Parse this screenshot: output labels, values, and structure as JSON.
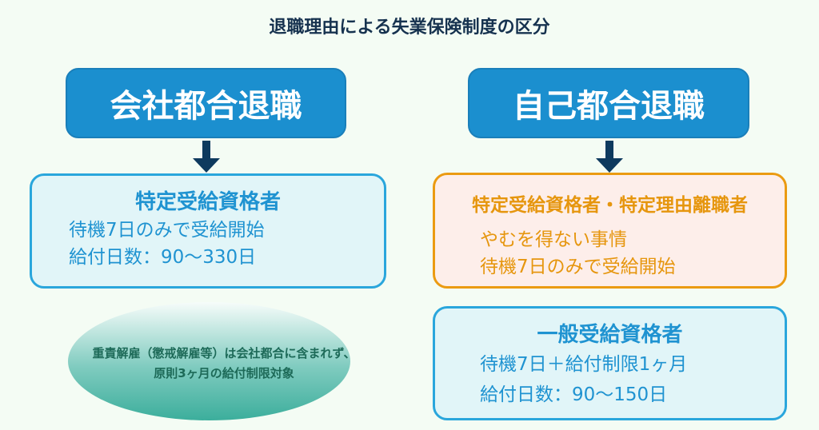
{
  "title": "退職理由による失業保険制度の区分",
  "left": {
    "header": "会社都合退職",
    "box": {
      "title": "特定受給資格者",
      "lines": [
        "待機7日のみで受給開始",
        "給付日数：90〜330日"
      ]
    },
    "note": [
      "重責解雇（懲戒解雇等）は会社都合に含まれず、",
      "原則3ヶ月の給付制限対象"
    ]
  },
  "right": {
    "header": "自己都合退職",
    "box1": {
      "title": "特定受給資格者・特定理由離職者",
      "lines": [
        "やむを得ない事情",
        "待機7日のみで受給開始"
      ]
    },
    "box2": {
      "title": "一般受給資格者",
      "lines": [
        "待機7日＋給付制限1ヶ月",
        "給付日数：90〜150日"
      ]
    }
  },
  "colors": {
    "header": "#1b8fcf",
    "blue": "#1f93d1",
    "orange": "#e6960e",
    "arrow": "#0e3a5e",
    "note": "#1d6a58"
  }
}
